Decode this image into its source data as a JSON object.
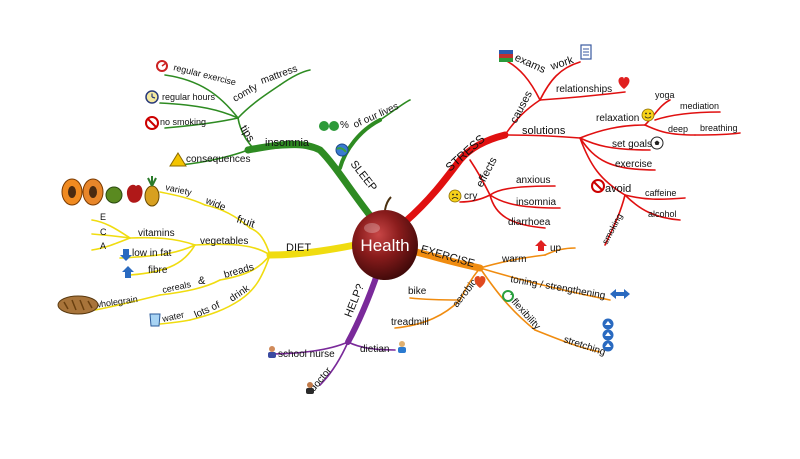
{
  "center": {
    "label": "Health"
  },
  "colors": {
    "sleep": "#2e8b22",
    "stress": "#e01010",
    "diet": "#f0dc10",
    "exercise": "#f08c10",
    "help": "#7a2a9a",
    "center_fill": "#7a1a1a"
  },
  "sleep": {
    "title": "SLEEP",
    "of_our_lives": "of our lives",
    "percent_glyph": "%",
    "insomnia": "insomnia",
    "tips": "tips",
    "comfy": "comfy",
    "mattress": "mattress",
    "regular_exercise": "regular exercise",
    "regular_hours": "regular hours",
    "no_smoking": "no smoking",
    "consequences": "consequences",
    "icons": [
      "spiral-icon",
      "clock-icon",
      "no-entry-icon",
      "warning-icon",
      "globe-icon",
      "numbers-icon"
    ]
  },
  "stress": {
    "title": "STRESS",
    "causes": "causes",
    "exams": "exams",
    "work": "work",
    "relationships": "relationships",
    "solutions": "solutions",
    "relaxation": "relaxation",
    "yoga": "yoga",
    "mediation": "mediation",
    "deep": "deep",
    "breathing": "breathing",
    "set_goals": "set goals",
    "exercise": "exercise",
    "avoid": "avoid",
    "smoking": "smoking",
    "caffeine": "caffeine",
    "alcohol": "alcohol",
    "effects": "effects",
    "cry": "cry",
    "anxious": "anxious",
    "insomnia": "insomnia",
    "diarrhoea": "diarrhoea",
    "icons": [
      "books-icon",
      "list-icon",
      "heart-icon",
      "smiley-icon",
      "football-icon",
      "no-entry-icon",
      "sad-face-icon"
    ]
  },
  "diet": {
    "title": "DIET",
    "fruit": "fruit",
    "wide": "wide",
    "variety": "variety",
    "vegetables": "vegetables",
    "vitamins": "vitamins",
    "vitamin_letters": [
      "E",
      "C",
      "A"
    ],
    "low_in_fat": "low in fat",
    "fibre": "fibre",
    "breads": "breads",
    "ampersand": "&",
    "cereals": "cereals",
    "wholegrain": "wholegrain",
    "drink": "drink",
    "lots_of": "lots of",
    "water": "water",
    "icons": [
      "fruit-basket-icon",
      "arrow-down-icon",
      "arrow-up-icon",
      "bread-icon",
      "glass-icon"
    ]
  },
  "exercise": {
    "title": "EXERCISE",
    "warm": "warm",
    "up": "up",
    "toning": "toning / strengthening",
    "aerobic": "aerobic",
    "bike": "bike",
    "treadmill": "treadmill",
    "flexibility": "flexibility",
    "stretching": "stretching",
    "icons": [
      "arrow-up-icon",
      "heart-icon",
      "double-arrow-icon",
      "recycle-icon",
      "arrows-stack-icon"
    ]
  },
  "help": {
    "title": "HELP?",
    "school_nurse": "school nurse",
    "dietian": "dietian",
    "doctor": "doctor",
    "icons": [
      "person-icon",
      "person-icon",
      "person-icon"
    ]
  }
}
